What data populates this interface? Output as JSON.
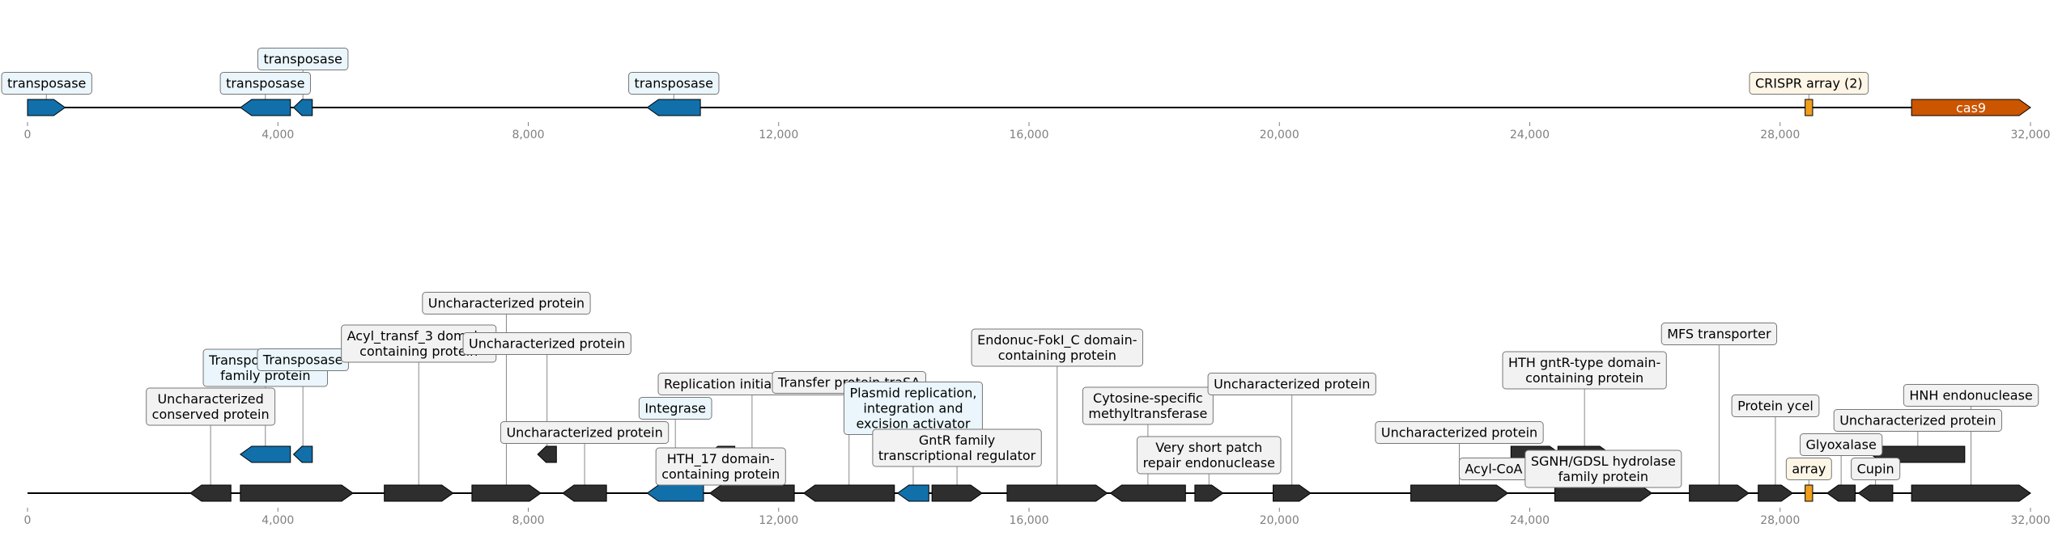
{
  "scale": {
    "min": 0,
    "max": 32000
  },
  "ticks": [
    "0",
    "4,000",
    "8,000",
    "12,000",
    "16,000",
    "20,000",
    "24,000",
    "28,000",
    "32,000"
  ],
  "tick_values": [
    0,
    4000,
    8000,
    12000,
    16000,
    20000,
    24000,
    28000,
    32000
  ],
  "colors": {
    "blue": "#1170aa",
    "orange": "#ef9e1d",
    "red": "#cc5500",
    "dark": "#2e2e2e",
    "box_blue": "#eaf6fb",
    "box_orange": "#fdf6e6",
    "box_grey": "#f2f2f2"
  },
  "tracks": [
    {
      "name": "top",
      "features": [
        {
          "start": 0,
          "end": 600,
          "strand": 1,
          "color": "blue",
          "label": "transposase",
          "box": "box_blue"
        },
        {
          "start": 3400,
          "end": 4200,
          "strand": -1,
          "color": "blue",
          "label": "transposase",
          "box": "box_blue"
        },
        {
          "start": 4250,
          "end": 4550,
          "strand": -1,
          "color": "blue",
          "label": "transposase",
          "box": "box_blue"
        },
        {
          "start": 9900,
          "end": 10750,
          "strand": -1,
          "color": "blue",
          "label": "transposase",
          "box": "box_blue"
        },
        {
          "start": 28400,
          "end": 28520,
          "strand": 0,
          "color": "orange",
          "label": "CRISPR array (2)",
          "box": "box_orange"
        },
        {
          "start": 30100,
          "end": 32000,
          "strand": 1,
          "color": "red",
          "inner": "cas9"
        }
      ]
    },
    {
      "name": "bottom",
      "features": [
        {
          "start": 2600,
          "end": 3250,
          "strand": -1,
          "color": "dark",
          "label": "Uncharacterized\nconserved protein",
          "box": "box_grey"
        },
        {
          "start": 3400,
          "end": 5200,
          "strand": 1,
          "color": "dark"
        },
        {
          "start": 3400,
          "end": 4200,
          "strand": -1,
          "color": "blue",
          "label": "Transposase InsO\nfamily protein",
          "box": "box_blue",
          "lane": 1
        },
        {
          "start": 4250,
          "end": 4550,
          "strand": -1,
          "color": "blue",
          "label": "Transposase",
          "box": "box_blue",
          "lane": 1
        },
        {
          "start": 5700,
          "end": 6800,
          "strand": 1,
          "color": "dark",
          "label": "Acyl_transf_3 domain-\ncontaining protein",
          "box": "box_grey"
        },
        {
          "start": 7100,
          "end": 8200,
          "strand": 1,
          "color": "dark",
          "label": "Uncharacterized protein",
          "box": "box_grey"
        },
        {
          "start": 8150,
          "end": 8450,
          "strand": -1,
          "color": "dark",
          "label": "Uncharacterized protein",
          "box": "box_grey",
          "lane": 1
        },
        {
          "start": 8550,
          "end": 9250,
          "strand": -1,
          "color": "dark",
          "label": "Uncharacterized protein",
          "box": "box_grey"
        },
        {
          "start": 9900,
          "end": 10800,
          "strand": -1,
          "color": "blue",
          "label": "Integrase",
          "box": "box_blue"
        },
        {
          "start": 10850,
          "end": 11300,
          "strand": -1,
          "color": "dark",
          "label": "HTH_17 domain-\ncontaining protein",
          "box": "box_grey",
          "lane": 1
        },
        {
          "start": 10900,
          "end": 12250,
          "strand": -1,
          "color": "dark",
          "label": "Replication initiator protein",
          "box": "box_grey"
        },
        {
          "start": 12400,
          "end": 13850,
          "strand": -1,
          "color": "dark",
          "label": "Transfer protein traSA",
          "box": "box_grey"
        },
        {
          "start": 13900,
          "end": 14400,
          "strand": -1,
          "color": "blue",
          "label": "Plasmid replication,\nintegration and\nexcision activator",
          "box": "box_blue"
        },
        {
          "start": 14450,
          "end": 15250,
          "strand": 1,
          "color": "dark",
          "label": "GntR family\ntranscriptional regulator",
          "box": "box_grey"
        },
        {
          "start": 15650,
          "end": 17250,
          "strand": 1,
          "color": "dark",
          "label": "Endonuc-FokI_C domain-\ncontaining protein",
          "box": "box_grey"
        },
        {
          "start": 17300,
          "end": 18500,
          "strand": -1,
          "color": "dark",
          "label": "Cytosine-specific\nmethyltransferase",
          "box": "box_grey"
        },
        {
          "start": 18650,
          "end": 19100,
          "strand": 1,
          "color": "dark",
          "label": "Very short patch\nrepair endonuclease",
          "box": "box_grey"
        },
        {
          "start": 19900,
          "end": 20500,
          "strand": 1,
          "color": "dark",
          "label": "Uncharacterized protein",
          "box": "box_grey"
        },
        {
          "start": 22100,
          "end": 23650,
          "strand": 1,
          "color": "dark",
          "label": "Uncharacterized protein",
          "box": "box_grey"
        },
        {
          "start": 23700,
          "end": 24500,
          "strand": 1,
          "color": "dark",
          "label": "Acyl-CoA thioesterase",
          "box": "box_grey",
          "lane": 1
        },
        {
          "start": 24400,
          "end": 25950,
          "strand": 1,
          "color": "dark",
          "label": "SGNH/GDSL hydrolase\nfamily protein",
          "box": "box_grey"
        },
        {
          "start": 24450,
          "end": 25300,
          "strand": 1,
          "color": "dark",
          "label": "HTH gntR-type domain-\ncontaining protein",
          "box": "box_grey",
          "lane": 1
        },
        {
          "start": 26550,
          "end": 27500,
          "strand": 1,
          "color": "dark",
          "label": "MFS transporter",
          "box": "box_grey"
        },
        {
          "start": 27650,
          "end": 28200,
          "strand": 1,
          "color": "dark",
          "label": "Protein ycel",
          "box": "box_grey"
        },
        {
          "start": 28400,
          "end": 28520,
          "strand": 0,
          "color": "orange",
          "label": "array",
          "box": "box_orange"
        },
        {
          "start": 28750,
          "end": 29200,
          "strand": -1,
          "color": "dark",
          "label": "Glyoxalase",
          "box": "box_grey"
        },
        {
          "start": 29250,
          "end": 29800,
          "strand": -1,
          "color": "dark",
          "label": "Cupin",
          "box": "box_grey"
        },
        {
          "start": 29450,
          "end": 30950,
          "strand": -1,
          "color": "dark",
          "label": "Uncharacterized protein",
          "box": "box_grey",
          "lane": 1
        },
        {
          "start": 30100,
          "end": 32000,
          "strand": 1,
          "color": "dark",
          "label": "HNH endonuclease",
          "box": "box_grey"
        }
      ]
    }
  ]
}
